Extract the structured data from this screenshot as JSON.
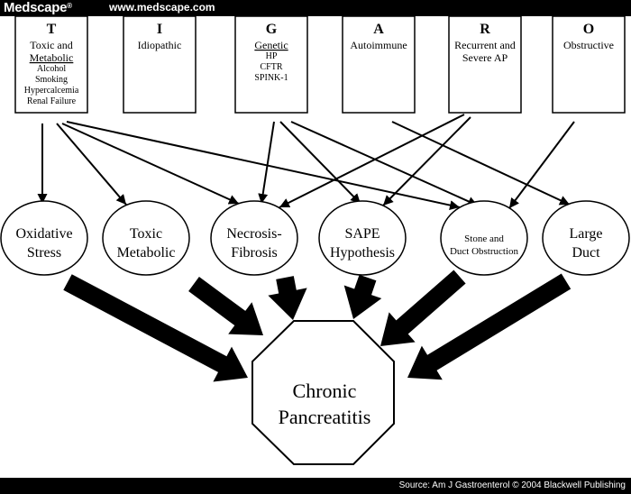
{
  "header": {
    "brand": "Medscape",
    "brand_mark": "®",
    "url": "www.medscape.com"
  },
  "footer": {
    "source": "Source: Am J Gastroenterol © 2004 Blackwell Publishing"
  },
  "categories": [
    {
      "letter": "T",
      "lines": [
        "Toxic and",
        "Metabolic"
      ],
      "sublines": [
        "Alcohol",
        "Smoking",
        "Hypercalcemia",
        "Renal Failure"
      ]
    },
    {
      "letter": "I",
      "lines": [
        "Idiopathic"
      ],
      "sublines": []
    },
    {
      "letter": "G",
      "lines": [
        "Genetic"
      ],
      "sublines": [
        "HP",
        "CFTR",
        "SPINK-1"
      ]
    },
    {
      "letter": "A",
      "lines": [
        "Autoimmune"
      ],
      "sublines": []
    },
    {
      "letter": "R",
      "lines": [
        "Recurrent and",
        "Severe AP"
      ],
      "sublines": []
    },
    {
      "letter": "O",
      "lines": [
        "Obstructive"
      ],
      "sublines": []
    }
  ],
  "mechanisms": [
    {
      "lines": [
        "Oxidative",
        "Stress"
      ]
    },
    {
      "lines": [
        "Toxic",
        "Metabolic"
      ]
    },
    {
      "lines": [
        "Necrosis-",
        "Fibrosis"
      ]
    },
    {
      "lines": [
        "SAPE",
        "Hypothesis"
      ]
    },
    {
      "lines": [
        "Stone and",
        "Duct Obstruction"
      ]
    },
    {
      "lines": [
        "Large",
        "Duct"
      ]
    }
  ],
  "outcome": {
    "lines": [
      "Chronic",
      "Pancreatitis"
    ]
  }
}
